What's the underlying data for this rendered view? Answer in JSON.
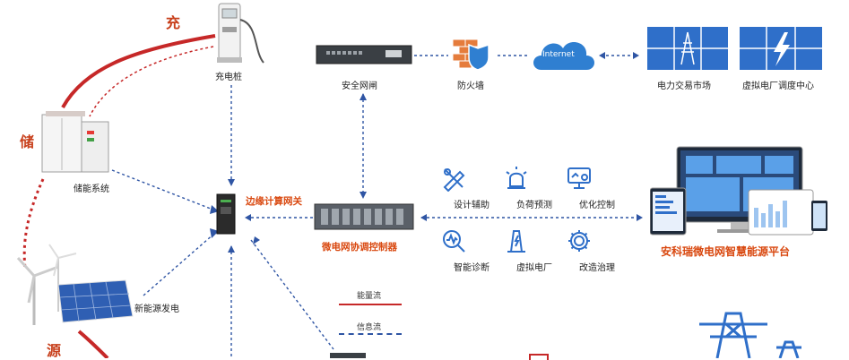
{
  "side_labels": {
    "charge": "充",
    "storage": "储",
    "source": "源"
  },
  "devices": {
    "charging_pile": "充电桩",
    "storage_system": "储能系统",
    "renewable": "新能源发电",
    "security_gateway": "安全网闸",
    "firewall": "防火墙",
    "internet": "Internet",
    "power_market": "电力交易市场",
    "virtual_plant_center": "虚拟电厂调度中心",
    "edge_gateway": "边缘计算网关",
    "microgrid_controller": "微电网协调控制器",
    "platform": "安科瑞微电网智慧能源平台"
  },
  "functions": [
    {
      "label": "设计辅助",
      "icon": "design-tools-icon"
    },
    {
      "label": "负荷预测",
      "icon": "alarm-light-icon"
    },
    {
      "label": "优化控制",
      "icon": "monitor-control-icon"
    },
    {
      "label": "智能诊断",
      "icon": "diagnosis-icon"
    },
    {
      "label": "虚拟电厂",
      "icon": "power-plant-icon"
    },
    {
      "label": "改造治理",
      "icon": "gear-icon"
    }
  ],
  "legend": {
    "energy_flow": "能量流",
    "info_flow": "信息流"
  },
  "colors": {
    "energy": "#c62828",
    "info": "#2f55a4",
    "accent": "#d9480f"
  }
}
